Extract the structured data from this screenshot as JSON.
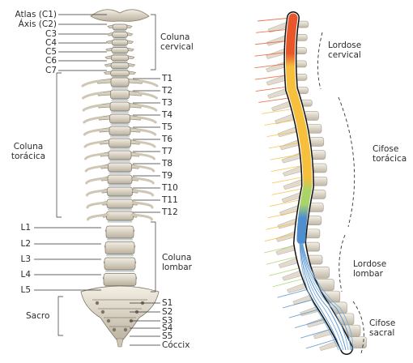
{
  "anterior_view": {
    "cervical_vertebrae": [
      "Atlas (C1)",
      "Áxis (C2)",
      "C3",
      "C4",
      "C5",
      "C6",
      "C7"
    ],
    "thoracic_vertebrae": [
      "T1",
      "T2",
      "T3",
      "T4",
      "T5",
      "T6",
      "T7",
      "T8",
      "T9",
      "T10",
      "T11",
      "T12"
    ],
    "lumbar_vertebrae": [
      "L1",
      "L2",
      "L3",
      "L4",
      "L5"
    ],
    "sacral_vertebrae": [
      "S1",
      "S2",
      "S3",
      "S4",
      "S5"
    ],
    "coccyx": "Cóccix",
    "regions": {
      "cervical": [
        "Coluna",
        "cervical"
      ],
      "thoracic": [
        "Coluna",
        "torácica"
      ],
      "lumbar": [
        "Coluna",
        "lombar"
      ],
      "sacrum": "Sacro"
    }
  },
  "lateral_view": {
    "curves": {
      "cervical": [
        "Lordose",
        "cervical"
      ],
      "thoracic": [
        "Cifose",
        "torácica"
      ],
      "lumbar": [
        "Lordose",
        "lombar"
      ],
      "sacral": [
        "Cifose",
        "sacral"
      ]
    }
  },
  "colors": {
    "bone": "#e8e2d4",
    "bone_shade": "#b9b09e",
    "cord_cervical": "#e8562a",
    "cord_thoracic": "#f6bf3c",
    "cord_lumbar": "#a9d468",
    "cord_sacral": "#4f8fd0",
    "leader": "#333333"
  }
}
